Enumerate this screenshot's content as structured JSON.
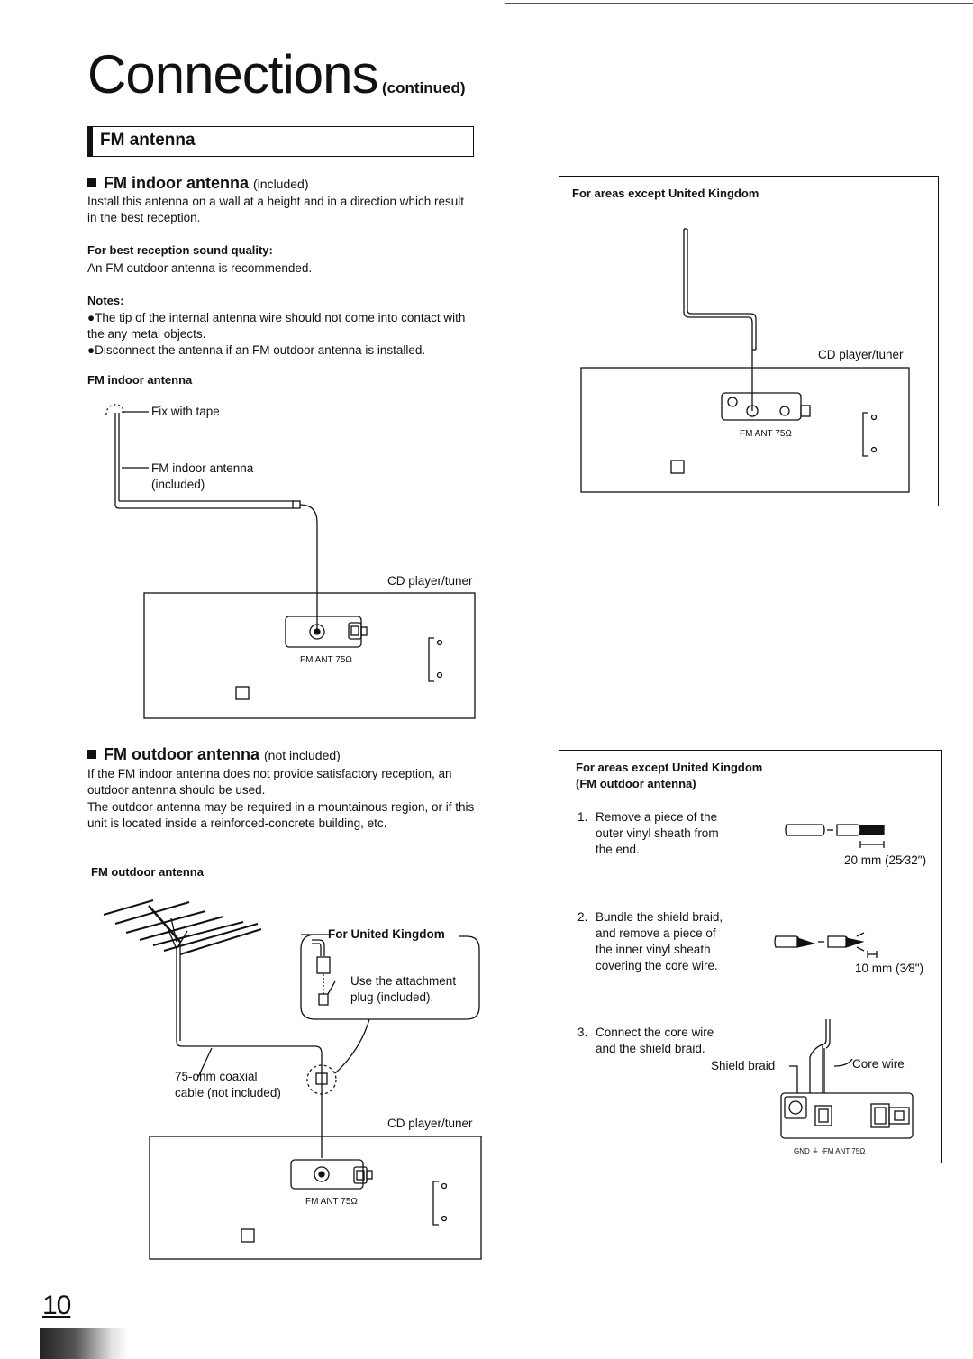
{
  "header": {
    "title": "Connections",
    "title_suffix": "(continued)"
  },
  "section": {
    "heading": "FM antenna"
  },
  "indoor": {
    "heading": "FM indoor antenna",
    "heading_note": "(included)",
    "intro": "Install this antenna on a wall at a height and in a direction which result in the best reception.",
    "best_label": "For best reception sound quality:",
    "best_text": "An FM outdoor antenna is recommended.",
    "notes_label": "Notes:",
    "notes": [
      "●The tip of the internal antenna wire should not come into contact with the any metal objects.",
      "●Disconnect the antenna if an FM outdoor antenna is installed."
    ],
    "fig_label": "FM indoor antenna",
    "fig_fix_tape": "Fix with tape",
    "fig_antenna_line1": "FM indoor antenna",
    "fig_antenna_line2": "(included)",
    "fig_device": "CD player/tuner",
    "fig_port": "FM ANT 75Ω"
  },
  "outdoor": {
    "heading": "FM outdoor antenna",
    "heading_note": "(not included)",
    "para1": "If the FM indoor antenna does not provide satisfactory reception, an outdoor antenna should be used.",
    "para2": "The outdoor antenna may be required in a mountainous region, or if this unit is located inside a reinforced-concrete building, etc.",
    "fig_label": "FM outdoor antenna",
    "uk_label": "For United Kingdom",
    "uk_note_line1": "Use the attachment",
    "uk_note_line2": "plug (included).",
    "cable_line1": "75-ohm coaxial",
    "cable_line2": "cable (not included)",
    "fig_device": "CD player/tuner",
    "fig_port": "FM ANT 75Ω"
  },
  "right_top": {
    "label": "For areas except United Kingdom",
    "device": "CD player/tuner",
    "port": "FM ANT 75Ω"
  },
  "right_bottom": {
    "label_line1": "For areas except United Kingdom",
    "label_line2": "(FM outdoor antenna)",
    "steps": [
      {
        "num": "1.",
        "line1": "Remove a piece of the",
        "line2": "outer vinyl sheath from",
        "line3": "the end.",
        "measure": "20 mm (25⁄32\")"
      },
      {
        "num": "2.",
        "line1": "Bundle the shield braid,",
        "line2": "and remove a piece of",
        "line3": "the inner vinyl sheath",
        "line4": "covering the core wire.",
        "measure": "10 mm (3⁄8\")"
      },
      {
        "num": "3.",
        "line1": "Connect the core wire",
        "line2": "and the shield braid."
      }
    ],
    "shield_braid": "Shield braid",
    "core_wire": "Core wire",
    "port_label": "GND ⏚ ·FM ANT 75Ω"
  },
  "page_number": "10"
}
